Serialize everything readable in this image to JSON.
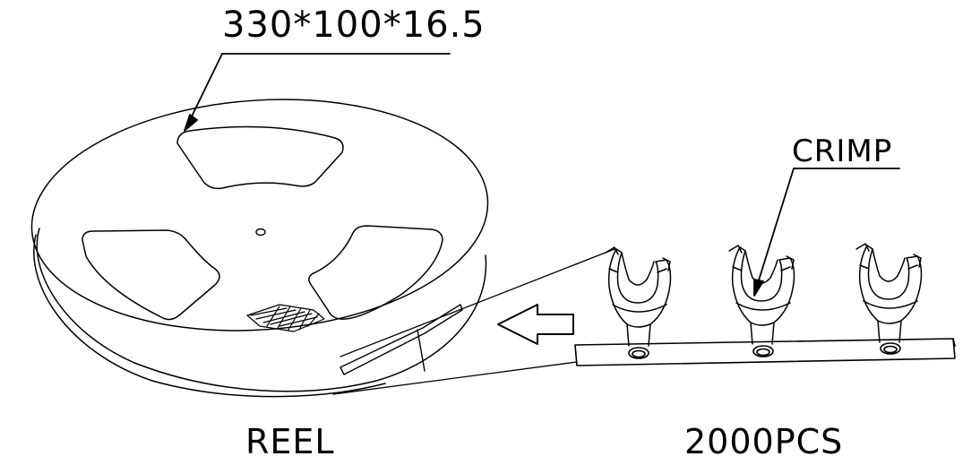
{
  "labels": {
    "dimensions": "330*100*16.5",
    "crimp": "CRIMP",
    "reel": "REEL",
    "quantity": "2000PCS"
  },
  "colors": {
    "line": "#000000",
    "background": "#ffffff"
  }
}
